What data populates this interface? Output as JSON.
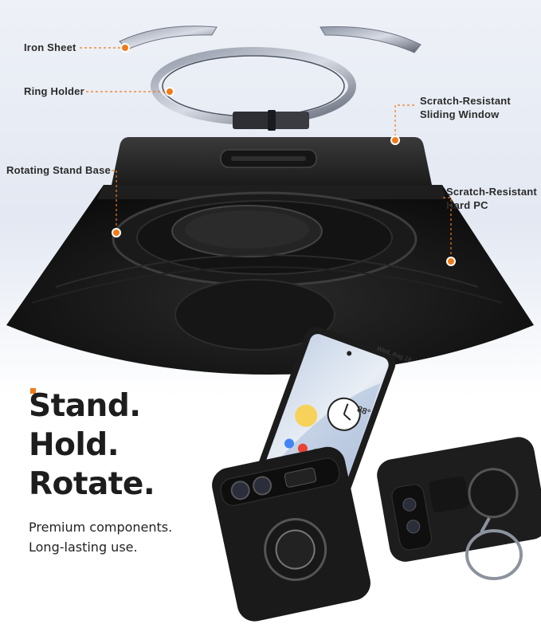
{
  "callouts": {
    "iron_sheet": "Iron Sheet",
    "ring_holder": "Ring Holder",
    "sliding_window": [
      "Scratch-Resistant",
      "Sliding Window"
    ],
    "rotating_base": "Rotating Stand Base",
    "hard_pc": [
      "Scratch-Resistant",
      "Hard PC"
    ]
  },
  "headline": [
    "Stand.",
    "Hold.",
    "Rotate."
  ],
  "tagline": [
    "Premium components.",
    "Long-lasting use."
  ],
  "phone_screen": {
    "temperature": "88°",
    "date": "Wed, Aug 18"
  },
  "colors": {
    "accent": "#f07a1a",
    "case": "#222222",
    "background_top": "#e9edf5",
    "text": "#1d1d1d"
  }
}
